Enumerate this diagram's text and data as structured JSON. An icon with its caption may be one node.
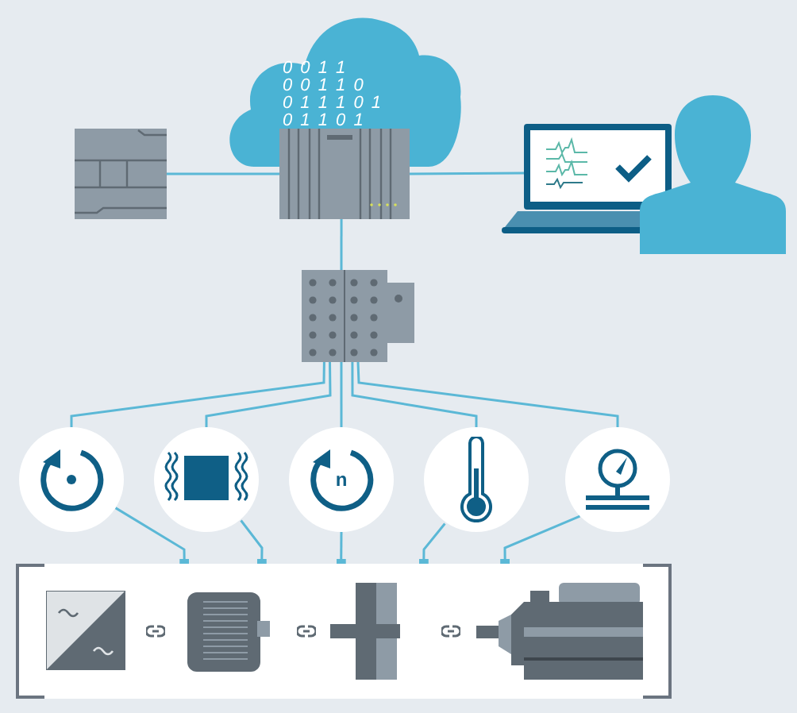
{
  "diagram": {
    "nodes": [
      {
        "text": [],
        "shape": "picture"
      },
      {
        "text": [],
        "shape": "cloud"
      },
      {
        "text": [],
        "shape": "picture"
      },
      {
        "text": [],
        "shape": "picture"
      },
      {
        "text": [],
        "shape": "person"
      },
      {
        "text": [],
        "shape": "picture"
      },
      {
        "text": [],
        "shape": "circle"
      },
      {
        "text": [],
        "shape": "circle"
      },
      {
        "text": [
          "n"
        ]
      },
      {
        "text": [],
        "shape": "circle"
      },
      {
        "text": [],
        "shape": "circle"
      },
      {
        "text": [],
        "shape": "box"
      },
      {
        "text": [],
        "shape": "picture",
        "in": 11
      },
      {
        "text": [],
        "shape": "picture",
        "in": 11
      },
      {
        "text": [],
        "shape": "picture",
        "in": 11
      },
      {
        "text": [],
        "shape": "picture",
        "in": 11
      }
    ],
    "edges": [
      {
        "from": 0,
        "to": 2,
        "arrow": "none"
      },
      {
        "from": 2,
        "to": 3,
        "arrow": "none"
      },
      {
        "from": 2,
        "to": 5,
        "arrow": "none"
      },
      {
        "from": 5,
        "to": 6,
        "arrow": "none"
      },
      {
        "from": 5,
        "to": 7,
        "arrow": "none"
      },
      {
        "from": 5,
        "to": 8,
        "arrow": "none"
      },
      {
        "from": 5,
        "to": 9,
        "arrow": "none"
      },
      {
        "from": 5,
        "to": 10,
        "arrow": "none"
      },
      {
        "from": 6,
        "to": 11,
        "arrow": "other"
      },
      {
        "from": 7,
        "to": 11,
        "arrow": "other"
      },
      {
        "from": 8,
        "to": 11,
        "arrow": "other"
      },
      {
        "from": 9,
        "to": 11,
        "arrow": "other"
      },
      {
        "from": 10,
        "to": 11,
        "arrow": "other"
      }
    ],
    "labels": [
      "0 0 1 1",
      "0 0 1 1 0",
      "0 1 1 1 0 1",
      "0 1 1 0 1"
    ]
  }
}
